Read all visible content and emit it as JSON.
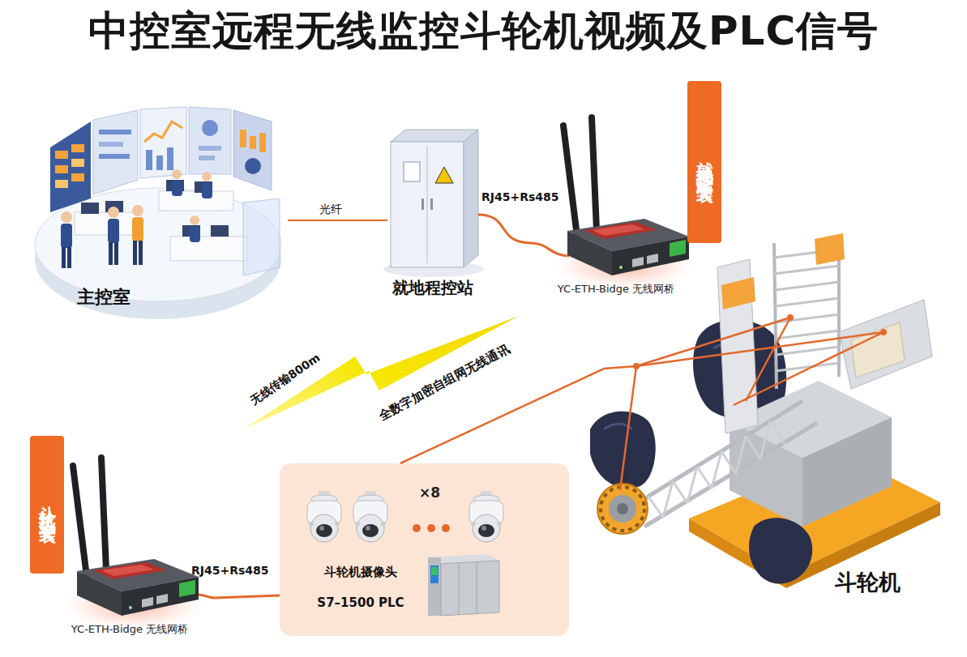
{
  "diagram": {
    "title": "中控室远程无线监控斗轮机视频及PLC信号",
    "nodes": [
      {
        "text": [
          "主控室"
        ]
      },
      {
        "text": [
          "就地程控站"
        ]
      },
      {
        "text": [
          "就地程控站安装"
        ]
      },
      {
        "text": [
          "YC-ETH-Bidge 无线网桥"
        ]
      },
      {
        "text": [
          "斗轮机上安装"
        ]
      },
      {
        "text": [
          "YC-ETH-Bidge 无线网桥"
        ]
      },
      {
        "text": [
          "×8",
          "斗轮机摄像头",
          "S7–1500 PLC"
        ]
      },
      {
        "text": [
          "斗轮机"
        ]
      }
    ],
    "edges": [
      {
        "from": 0,
        "to": 1,
        "arrow": "none",
        "label": "光纤"
      },
      {
        "from": 1,
        "to": 3,
        "arrow": "none",
        "label": "RJ45+Rs485"
      },
      {
        "from": 5,
        "to": 6,
        "arrow": "none",
        "label": "RJ45+Rs485"
      },
      {
        "from": 6,
        "to": 7,
        "arrow": "none"
      }
    ],
    "labels": [
      "无线传输800m",
      "全数字加密自组网无线通讯"
    ]
  }
}
